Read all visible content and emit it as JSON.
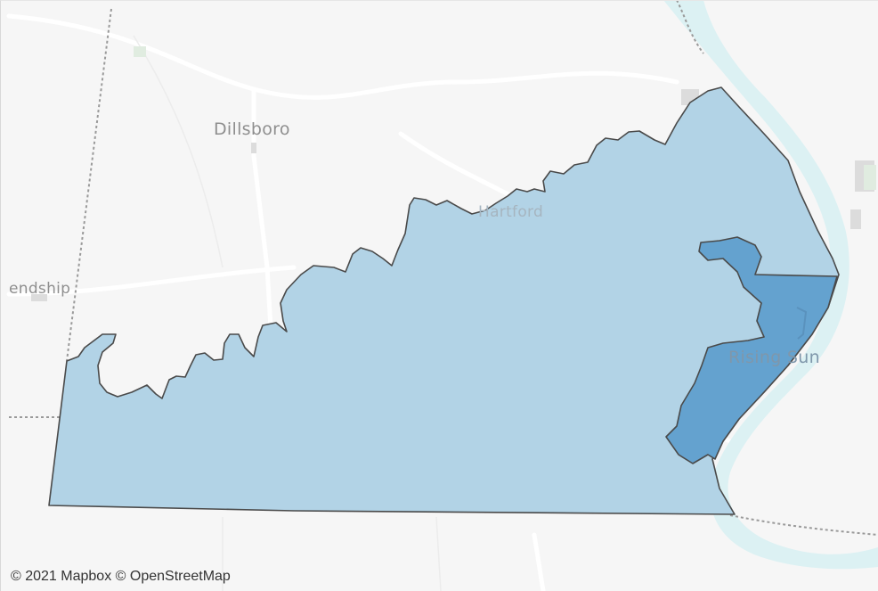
{
  "map": {
    "places": {
      "dillsboro": "Dillsboro",
      "hartford": "Hartford",
      "friendship": "endship",
      "rising_sun": "Rising Sun"
    },
    "attribution": "© 2021 Mapbox © OpenStreetMap",
    "colors": {
      "background": "#f6f6f6",
      "river": "#dcf1f3",
      "county_fill": "#b2d3e6",
      "highlight_fill": "#64a2cf",
      "border": "#4a4a4a"
    }
  }
}
